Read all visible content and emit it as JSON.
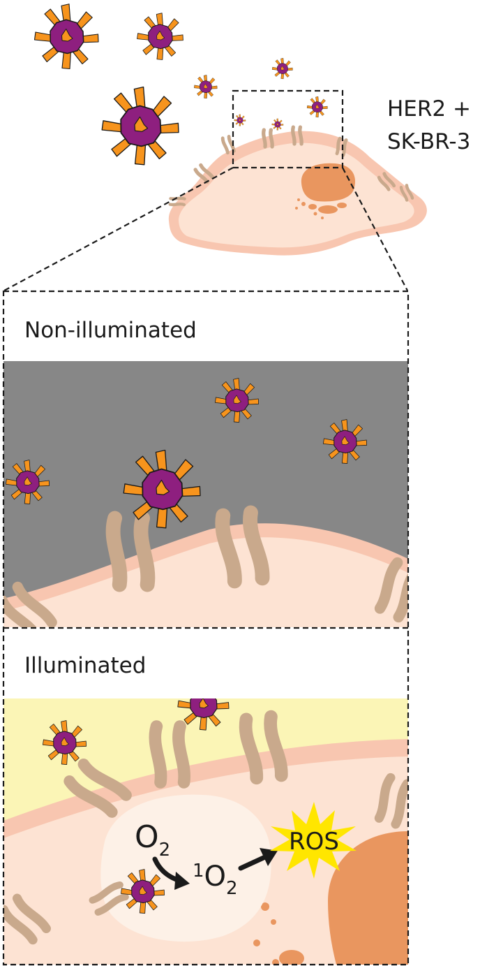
{
  "cell_line": {
    "line1": "HER2 +",
    "line2": "SK-BR-3"
  },
  "panel_top": {
    "title": "Non-illuminated"
  },
  "panel_bottom": {
    "title": "Illuminated"
  },
  "reaction": {
    "oxygen": "O",
    "oxygen_sub": "2",
    "singlet_sup": "1",
    "singlet": "O",
    "singlet_sub": "2",
    "product": "ROS"
  },
  "colors": {
    "particle_core": "#8e1f7f",
    "particle_ligand": "#f7941d",
    "cell_body": "#fde3d3",
    "cell_membrane": "#f8c6b0",
    "nucleus": "#e9965f",
    "receptor": "#c9a98c",
    "dark_background": "#878787",
    "light_background": "#fbf5b6",
    "ros_burst": "#ffe600"
  },
  "icons": [
    "nanoparticle-icon",
    "her2-receptor-icon",
    "ros-burst-icon",
    "reaction-arrow-icon"
  ]
}
